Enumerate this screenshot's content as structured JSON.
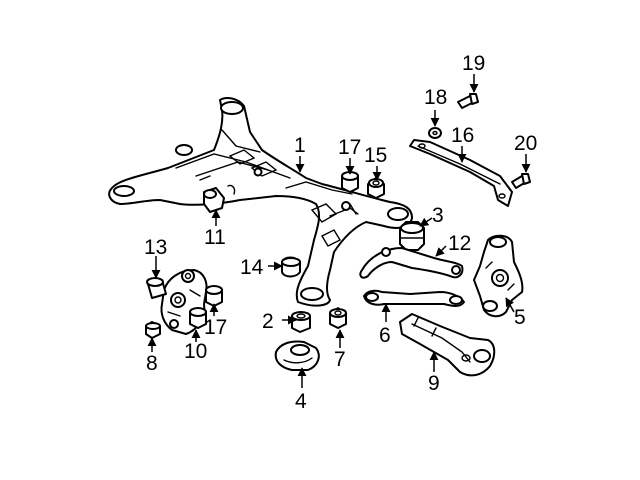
{
  "diagram": {
    "callouts": {
      "c1": "1",
      "c2": "2",
      "c3": "3",
      "c4": "4",
      "c5": "5",
      "c6": "6",
      "c7": "7",
      "c8": "8",
      "c9": "9",
      "c10": "10",
      "c11": "11",
      "c12": "12",
      "c13": "13",
      "c14": "14",
      "c15": "15",
      "c16": "16",
      "c17a": "17",
      "c17b": "17",
      "c18": "18",
      "c19": "19",
      "c20": "20"
    },
    "colors": {
      "line": "#000000",
      "background": "#ffffff"
    }
  }
}
